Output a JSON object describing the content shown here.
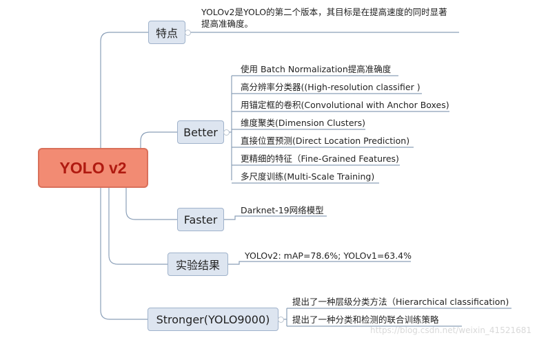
{
  "root": {
    "label": "YOLO v2"
  },
  "branches": {
    "features": {
      "label": "特点",
      "note_line1": "YOLOv2是YOLO的第二个版本，其目标是在提高速度的同时显著",
      "note_line2": "提高准确度。"
    },
    "better": {
      "label": "Better",
      "items": [
        "使用 Batch Normalization提高准确度",
        "高分辨率分类器((High-resolution classifier )",
        "用锚定框的卷积(Convolutional with Anchor Boxes)",
        "维度聚类(Dimension Clusters)",
        "直接位置预测(Direct Location Prediction)",
        "更精细的特征（Fine-Grained Features)",
        "多尺度训练(Multi-Scale Training)"
      ]
    },
    "faster": {
      "label": "Faster",
      "items": [
        "Darknet-19网络模型"
      ]
    },
    "results": {
      "label": "实验结果",
      "items": [
        "YOLOv2: mAP=78.6%; YOLOv1=63.4%"
      ]
    },
    "stronger": {
      "label": "Stronger(YOLO9000)",
      "items": [
        "提出了一种层级分类方法（Hierarchical classification)",
        "提出了一种分类和检测的联合训练策略"
      ]
    }
  },
  "watermark": "https://blog.csdn.net/weixin_41521681",
  "colors": {
    "root_fill": "#f28b73",
    "root_text": "#b01a10",
    "node_fill": "#dde5f0",
    "node_border": "#9fb2cb",
    "line": "#8a9fb8"
  }
}
